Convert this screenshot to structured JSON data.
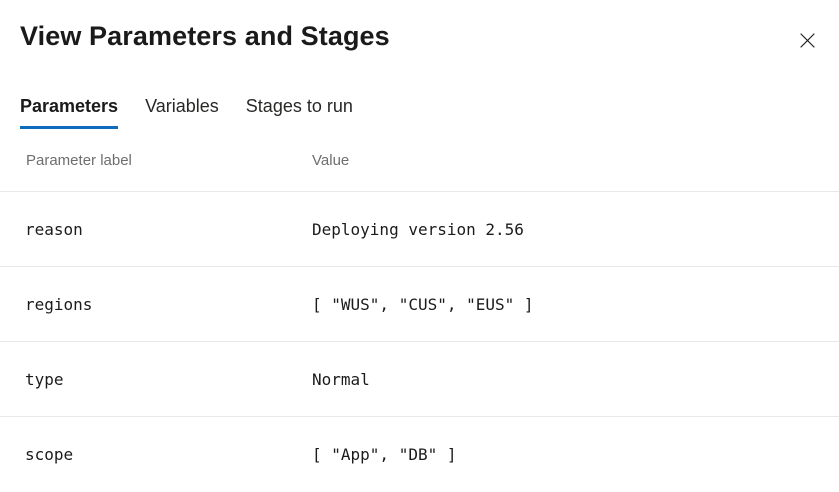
{
  "dialog": {
    "title": "View Parameters and Stages"
  },
  "tabs": [
    {
      "label": "Parameters",
      "active": true
    },
    {
      "label": "Variables",
      "active": false
    },
    {
      "label": "Stages to run",
      "active": false
    }
  ],
  "table": {
    "columns": [
      "Parameter label",
      "Value"
    ],
    "rows": [
      {
        "label": "reason",
        "value": "Deploying version 2.56"
      },
      {
        "label": "regions",
        "value": "[ \"WUS\", \"CUS\", \"EUS\" ]"
      },
      {
        "label": "type",
        "value": "Normal"
      },
      {
        "label": "scope",
        "value": "[ \"App\", \"DB\" ]"
      }
    ]
  },
  "icons": {
    "close": "close-icon"
  },
  "colors": {
    "accent": "#0f6cbd",
    "separator": "#e8e8e8",
    "header_text": "#6e6e6e",
    "title_text": "#1a1a1a"
  }
}
